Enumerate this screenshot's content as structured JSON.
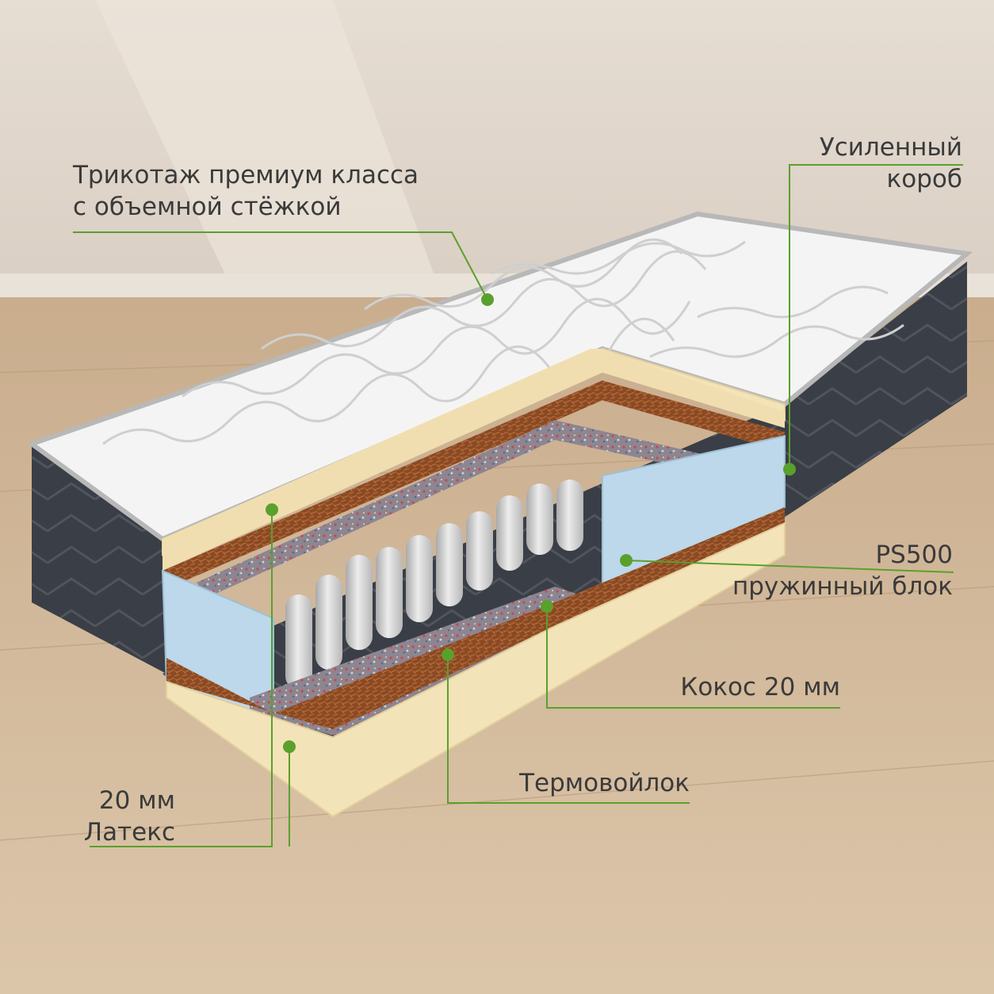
{
  "callouts": {
    "fabric": {
      "line1": "Трикотаж премиум класса",
      "line2": "с объемной стёжкой"
    },
    "box": {
      "line1": "Усиленный",
      "line2": "короб"
    },
    "spring": {
      "line1": "PS500",
      "line2": "пружинный блок"
    },
    "coconut": {
      "line1": "Кокос 20 мм"
    },
    "felt": {
      "line1": "Термовойлок"
    },
    "latex": {
      "line1": "20 мм",
      "line2": "Латекс"
    }
  },
  "colors": {
    "accent_green": "#5aa02c",
    "label_text": "#3a3a3a",
    "latex": "#f3e3b8",
    "coconut": "#8a4a24",
    "foam": "#bcd8ea",
    "side_fabric": "#3a3e46",
    "top_fabric": "#f4f4f4",
    "spring": "#cfcfcf",
    "felt": "#8d8590"
  }
}
